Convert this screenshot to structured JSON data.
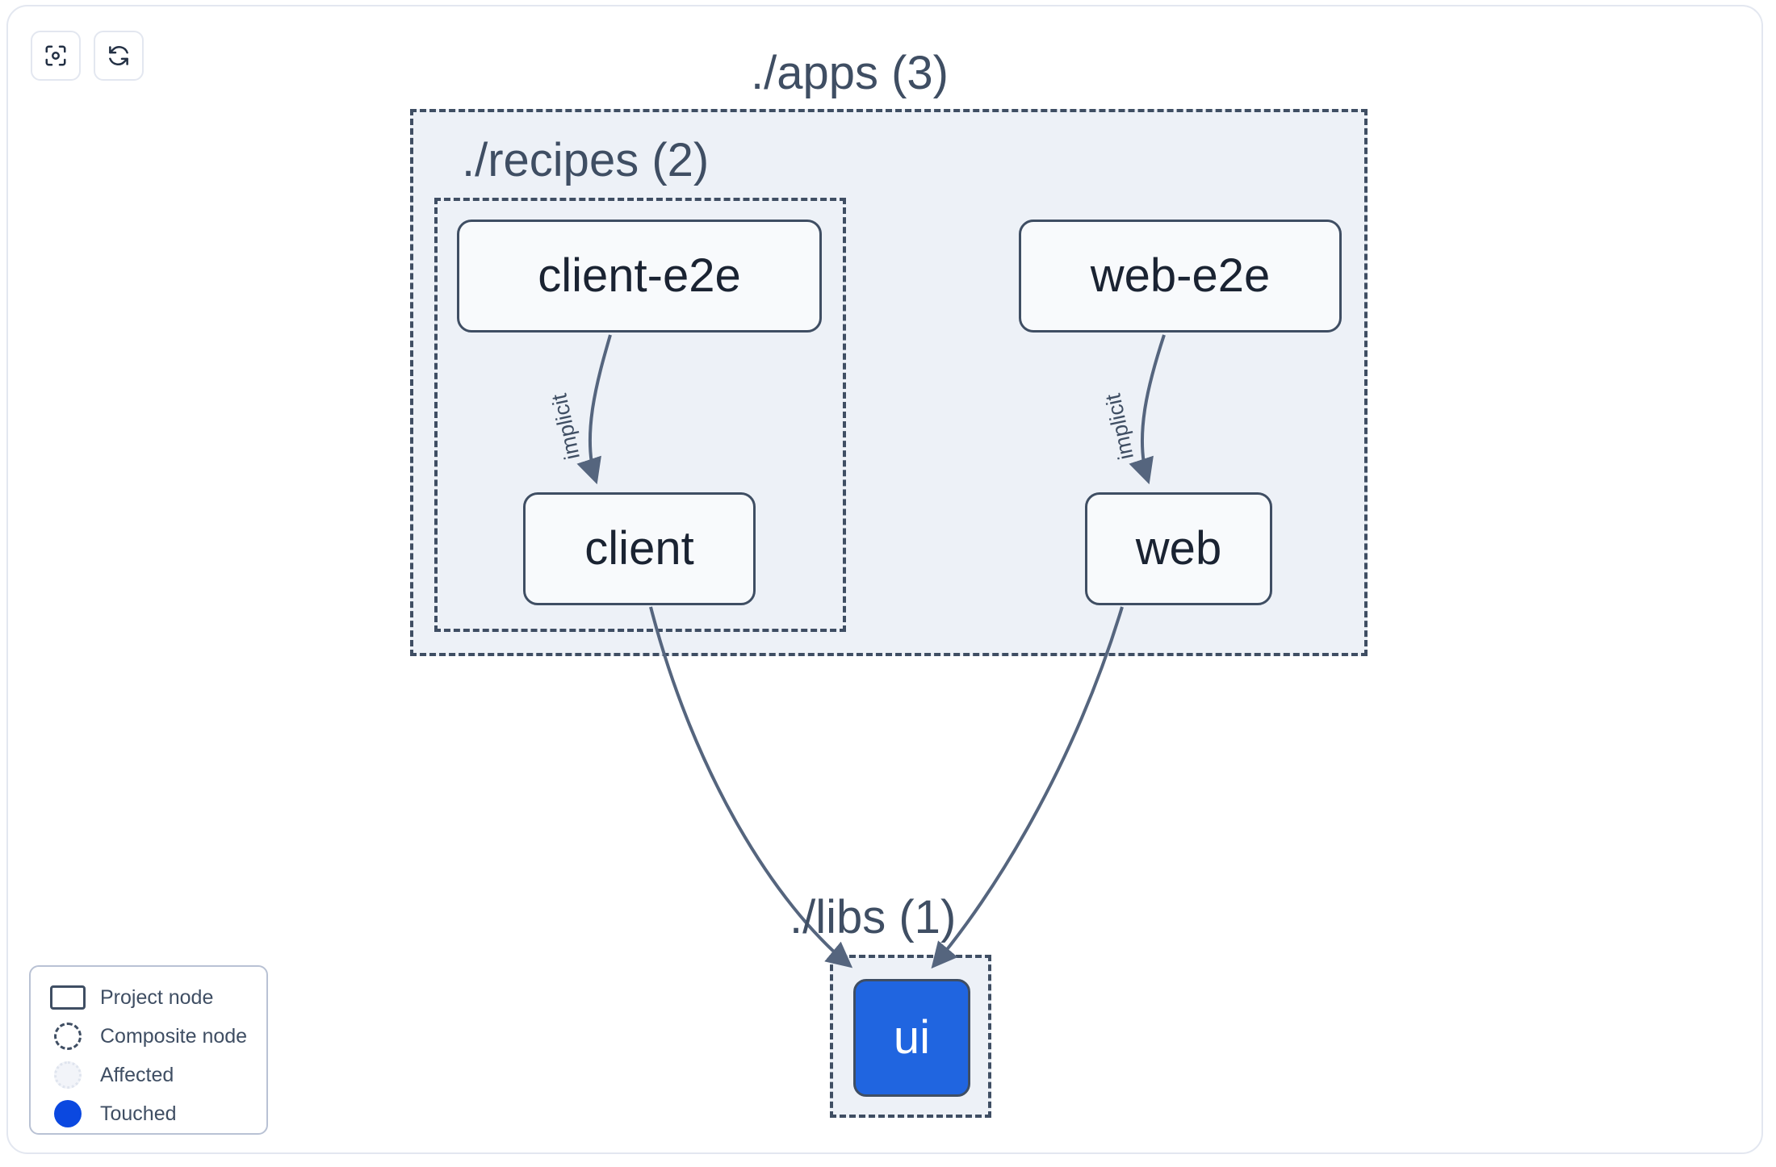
{
  "toolbar": {
    "buttons": [
      {
        "name": "focus-graph-button",
        "icon": "focus-target-icon"
      },
      {
        "name": "refresh-graph-button",
        "icon": "refresh-icon"
      }
    ]
  },
  "graph": {
    "groups": [
      {
        "id": "apps",
        "label": "./apps (3)",
        "count": 3
      },
      {
        "id": "recipes",
        "label": "./recipes (2)",
        "count": 2
      },
      {
        "id": "libs",
        "label": "./libs (1)",
        "count": 1
      }
    ],
    "nodes": [
      {
        "id": "client-e2e",
        "label": "client-e2e",
        "group": "recipes",
        "state": "project"
      },
      {
        "id": "web-e2e",
        "label": "web-e2e",
        "group": "apps",
        "state": "project"
      },
      {
        "id": "client",
        "label": "client",
        "group": "recipes",
        "state": "project"
      },
      {
        "id": "web",
        "label": "web",
        "group": "apps",
        "state": "project"
      },
      {
        "id": "ui",
        "label": "ui",
        "group": "libs",
        "state": "touched"
      }
    ],
    "edges": [
      {
        "from": "client-e2e",
        "to": "client",
        "label": "implicit"
      },
      {
        "from": "web-e2e",
        "to": "web",
        "label": "implicit"
      },
      {
        "from": "client",
        "to": "ui",
        "label": ""
      },
      {
        "from": "web",
        "to": "ui",
        "label": ""
      }
    ]
  },
  "legend": {
    "items": [
      {
        "swatch": "project-node-swatch",
        "label": "Project node"
      },
      {
        "swatch": "composite-node-swatch",
        "label": "Composite node"
      },
      {
        "swatch": "affected-swatch",
        "label": "Affected"
      },
      {
        "swatch": "touched-swatch",
        "label": "Touched"
      }
    ]
  },
  "colors": {
    "node_border": "#3f4e63",
    "node_fill": "#f8fafc",
    "group_fill": "#edf1f7",
    "touched_blue": "#2065e0",
    "legend_touched_blue": "#0b48e0",
    "edge_stroke": "#55657e",
    "card_border": "#e3e7f0",
    "text_dark": "#1a2332"
  }
}
